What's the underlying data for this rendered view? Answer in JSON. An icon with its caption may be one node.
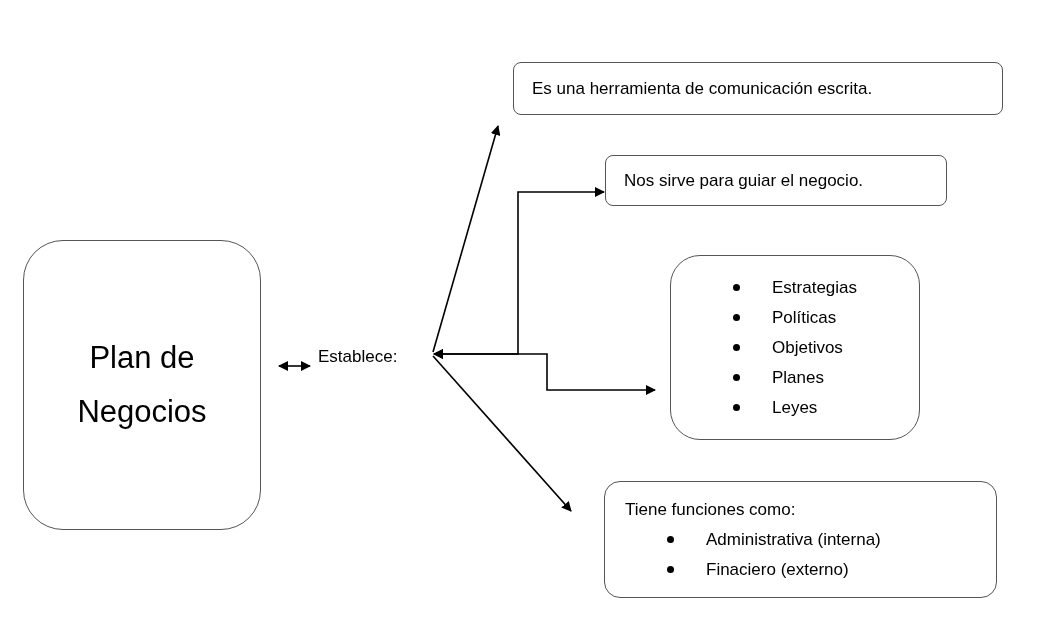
{
  "diagram": {
    "nodes": [
      {
        "text": [
          "Plan de Negocios"
        ]
      },
      {
        "text": [
          "Establece:"
        ]
      },
      {
        "text": [
          "Es una herramienta de comunicación escrita."
        ]
      },
      {
        "text": [
          "Nos sirve para guiar el negocio."
        ]
      },
      {
        "text": [
          "Estrategias",
          "Políticas",
          "Objetivos",
          "Planes",
          "Leyes"
        ]
      },
      {
        "text": [
          "Tiene funciones como:",
          "Administrativa (interna)",
          "Finaciero (externo)"
        ]
      }
    ],
    "edges": [
      {
        "from": 0,
        "to": 1,
        "arrow": "both"
      },
      {
        "from": 1,
        "to": 2,
        "arrow": "to"
      },
      {
        "from": 1,
        "to": 3,
        "arrow": "both"
      },
      {
        "from": 1,
        "to": 4,
        "arrow": "both"
      },
      {
        "from": 1,
        "to": 5,
        "arrow": "to"
      }
    ]
  }
}
